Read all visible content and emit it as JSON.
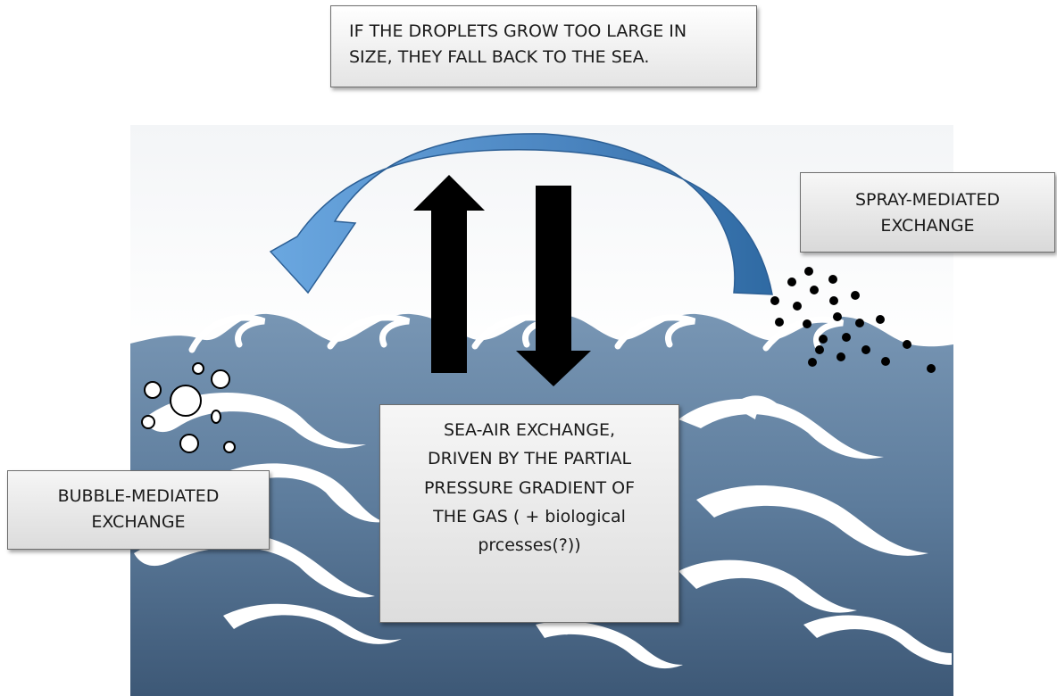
{
  "notes": {
    "top_line1": "IF THE DROPLETS GROW TOO LARGE IN",
    "top_line2": "SIZE, THEY FALL BACK TO THE SEA."
  },
  "labels": {
    "spray_line1": "SPRAY-MEDIATED",
    "spray_line2": "EXCHANGE",
    "bubble_line1": "BUBBLE-MEDIATED",
    "bubble_line2": "EXCHANGE",
    "exchange_line1": "SEA-AIR EXCHANGE,",
    "exchange_line2": "DRIVEN BY THE PARTIAL",
    "exchange_line3": "PRESSURE GRADIENT OF",
    "exchange_line4": "THE GAS ( + biological",
    "exchange_line5": "prcesses(?))"
  },
  "colors": {
    "sea_top": "#6f8fae",
    "sea_bottom": "#3e5a78",
    "sky_top": "#f4f6f8",
    "curved_arrow_light": "#5b9bd5",
    "curved_arrow_dark": "#2e6eaa",
    "vertical_arrows": "#000000",
    "wave_crest": "#ffffff"
  },
  "icons": [
    "curved-arrow-icon",
    "up-arrow-icon",
    "down-arrow-icon",
    "bubble-icon",
    "spray-droplet-icon",
    "wave-crest-icon"
  ]
}
